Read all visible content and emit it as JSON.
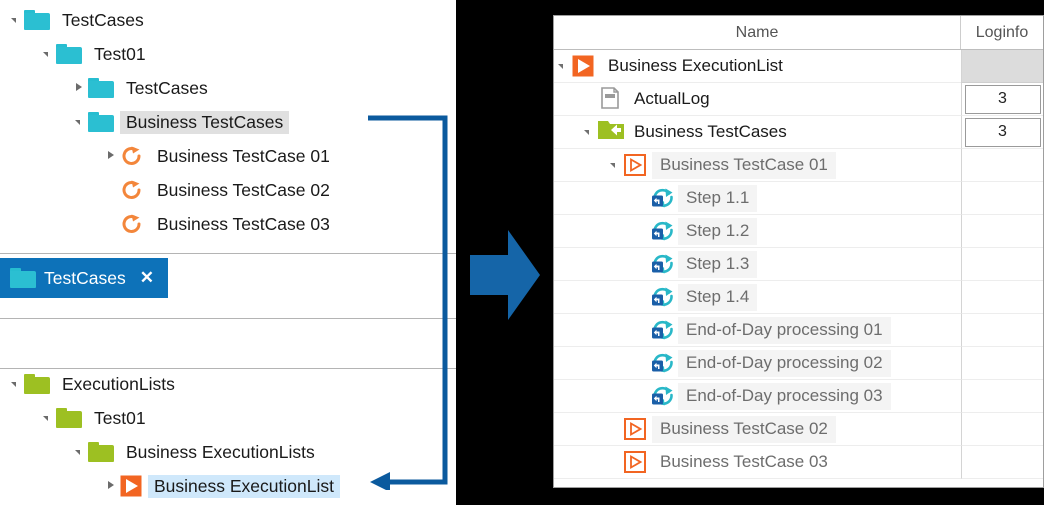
{
  "left_tree_top": {
    "name": "test-cases-tree",
    "items": [
      {
        "label": "TestCases",
        "icon": "folder-teal-icon",
        "expander": "expanded",
        "indent": 0,
        "selected": false
      },
      {
        "label": "Test01",
        "icon": "folder-teal-icon",
        "expander": "expanded",
        "indent": 1,
        "selected": false
      },
      {
        "label": "TestCases",
        "icon": "folder-teal-icon",
        "expander": "collapsed",
        "indent": 2,
        "selected": false
      },
      {
        "label": "Business TestCases",
        "icon": "folder-teal-icon",
        "expander": "expanded",
        "indent": 2,
        "selected": true
      },
      {
        "label": "Business TestCase 01",
        "icon": "cycle-orange-icon",
        "expander": "collapsed",
        "indent": 3,
        "selected": false
      },
      {
        "label": "Business TestCase 02",
        "icon": "cycle-orange-icon",
        "expander": "none",
        "indent": 3,
        "selected": false
      },
      {
        "label": "Business TestCase 03",
        "icon": "cycle-orange-icon",
        "expander": "none",
        "indent": 3,
        "selected": false
      }
    ]
  },
  "document_tab": {
    "label": "TestCases",
    "icon": "folder-teal-icon",
    "close_label": "✕",
    "active_color": "#0d72b9"
  },
  "left_tree_bottom": {
    "name": "execution-lists-tree",
    "items": [
      {
        "label": "ExecutionLists",
        "icon": "folder-green-icon",
        "expander": "expanded",
        "indent": 0,
        "selected": false
      },
      {
        "label": "Test01",
        "icon": "folder-green-icon",
        "expander": "expanded",
        "indent": 1,
        "selected": false
      },
      {
        "label": "Business ExecutionLists",
        "icon": "folder-green-icon",
        "expander": "expanded",
        "indent": 2,
        "selected": false
      },
      {
        "label": "Business ExecutionList",
        "icon": "play-box-orange-icon",
        "expander": "collapsed",
        "indent": 3,
        "selected": true
      }
    ]
  },
  "flow_arrow": {
    "name": "big-right-arrow",
    "color": "#1565a8"
  },
  "connector": {
    "name": "callout-connector",
    "color": "#0b5a9e"
  },
  "right_panel": {
    "columns": [
      {
        "key": "name",
        "label": "Name"
      },
      {
        "key": "loginfo",
        "label": "Loginfo"
      }
    ],
    "rows": [
      {
        "label": "Business ExecutionList",
        "icon": "play-box-filled-orange-icon",
        "expander": "expanded",
        "indent": 0,
        "style": "strong",
        "loginfo": "",
        "loginfo_style": "shaded"
      },
      {
        "label": "ActualLog",
        "icon": "document-minus-icon",
        "expander": "none",
        "indent": 1,
        "style": "strong",
        "loginfo": "3",
        "loginfo_style": "boxed"
      },
      {
        "label": "Business TestCases",
        "icon": "folder-green-arrow-left-icon",
        "expander": "expanded",
        "indent": 1,
        "style": "strong",
        "loginfo": "3",
        "loginfo_style": "boxed"
      },
      {
        "label": "Business TestCase 01",
        "icon": "play-box-outline-orange-icon",
        "expander": "expanded",
        "indent": 2,
        "style": "muted",
        "loginfo": "",
        "loginfo_style": "plain"
      },
      {
        "label": "Step 1.1",
        "icon": "step-sync-icon",
        "expander": "none",
        "indent": 3,
        "style": "muted",
        "loginfo": "",
        "loginfo_style": "plain"
      },
      {
        "label": "Step 1.2",
        "icon": "step-sync-icon",
        "expander": "none",
        "indent": 3,
        "style": "muted",
        "loginfo": "",
        "loginfo_style": "plain"
      },
      {
        "label": "Step 1.3",
        "icon": "step-sync-icon",
        "expander": "none",
        "indent": 3,
        "style": "muted",
        "loginfo": "",
        "loginfo_style": "plain"
      },
      {
        "label": "Step 1.4",
        "icon": "step-sync-icon",
        "expander": "none",
        "indent": 3,
        "style": "muted",
        "loginfo": "",
        "loginfo_style": "plain"
      },
      {
        "label": "End-of-Day processing 01",
        "icon": "step-sync-icon",
        "expander": "none",
        "indent": 3,
        "style": "muted",
        "loginfo": "",
        "loginfo_style": "plain"
      },
      {
        "label": "End-of-Day processing 02",
        "icon": "step-sync-icon",
        "expander": "none",
        "indent": 3,
        "style": "muted",
        "loginfo": "",
        "loginfo_style": "plain"
      },
      {
        "label": "End-of-Day processing 03",
        "icon": "step-sync-icon",
        "expander": "none",
        "indent": 3,
        "style": "muted",
        "loginfo": "",
        "loginfo_style": "plain"
      },
      {
        "label": "Business TestCase 02",
        "icon": "play-box-outline-orange-icon",
        "expander": "none",
        "indent": 2,
        "style": "muted",
        "loginfo": "",
        "loginfo_style": "plain"
      },
      {
        "label": "Business TestCase 03",
        "icon": "play-box-outline-orange-icon",
        "expander": "none",
        "indent": 2,
        "style": "plain",
        "loginfo": "",
        "loginfo_style": "plain"
      }
    ]
  },
  "colors": {
    "folder_teal": "#2bbfd2",
    "folder_green": "#9dc022",
    "orange": "#f3702a",
    "tab_blue": "#0d72b9",
    "selection_grey": "#e0e0e0",
    "selection_blue": "#cfe8fb",
    "step_cyan": "#29b8c8",
    "step_navy": "#1a5fa8"
  }
}
